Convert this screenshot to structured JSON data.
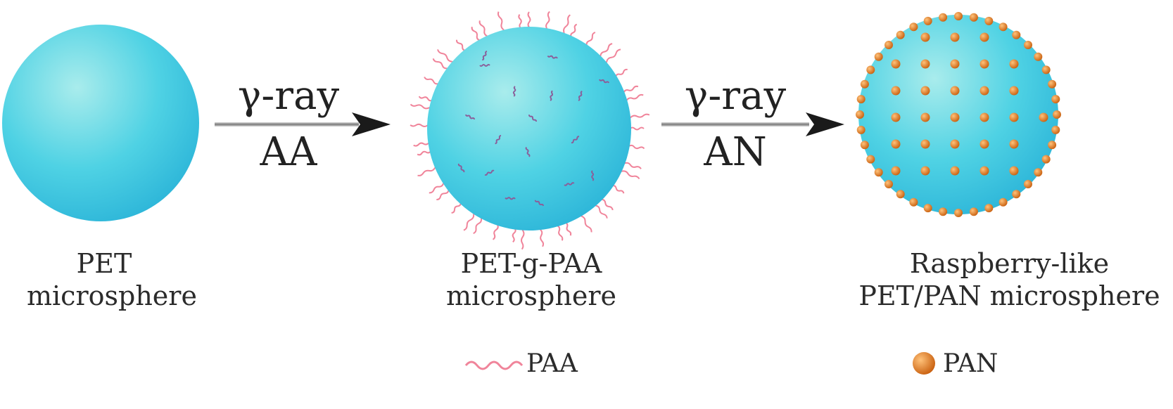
{
  "stage1": {
    "line1": "PET",
    "line2": "microsphere"
  },
  "step1": {
    "top": "γ-ray",
    "bottom": "AA"
  },
  "stage2": {
    "line1": "PET-g-PAA",
    "line2": "microsphere"
  },
  "step2": {
    "top": "γ-ray",
    "bottom": "AN"
  },
  "stage3": {
    "line1": "Raspberry-like",
    "line2": "PET/PAN microsphere"
  },
  "legend": {
    "chain_label": "PAA",
    "dot_label": "PAN"
  },
  "colors": {
    "sphere_light": "#a9ecec",
    "sphere_mid": "#4fd2e4",
    "sphere_dark": "#2bb4d8",
    "paa_chain": "#f0849a",
    "paa_short": "#8a5f9a",
    "pan_dot": "#e07a1f",
    "arrow": "#1a1a1a"
  }
}
